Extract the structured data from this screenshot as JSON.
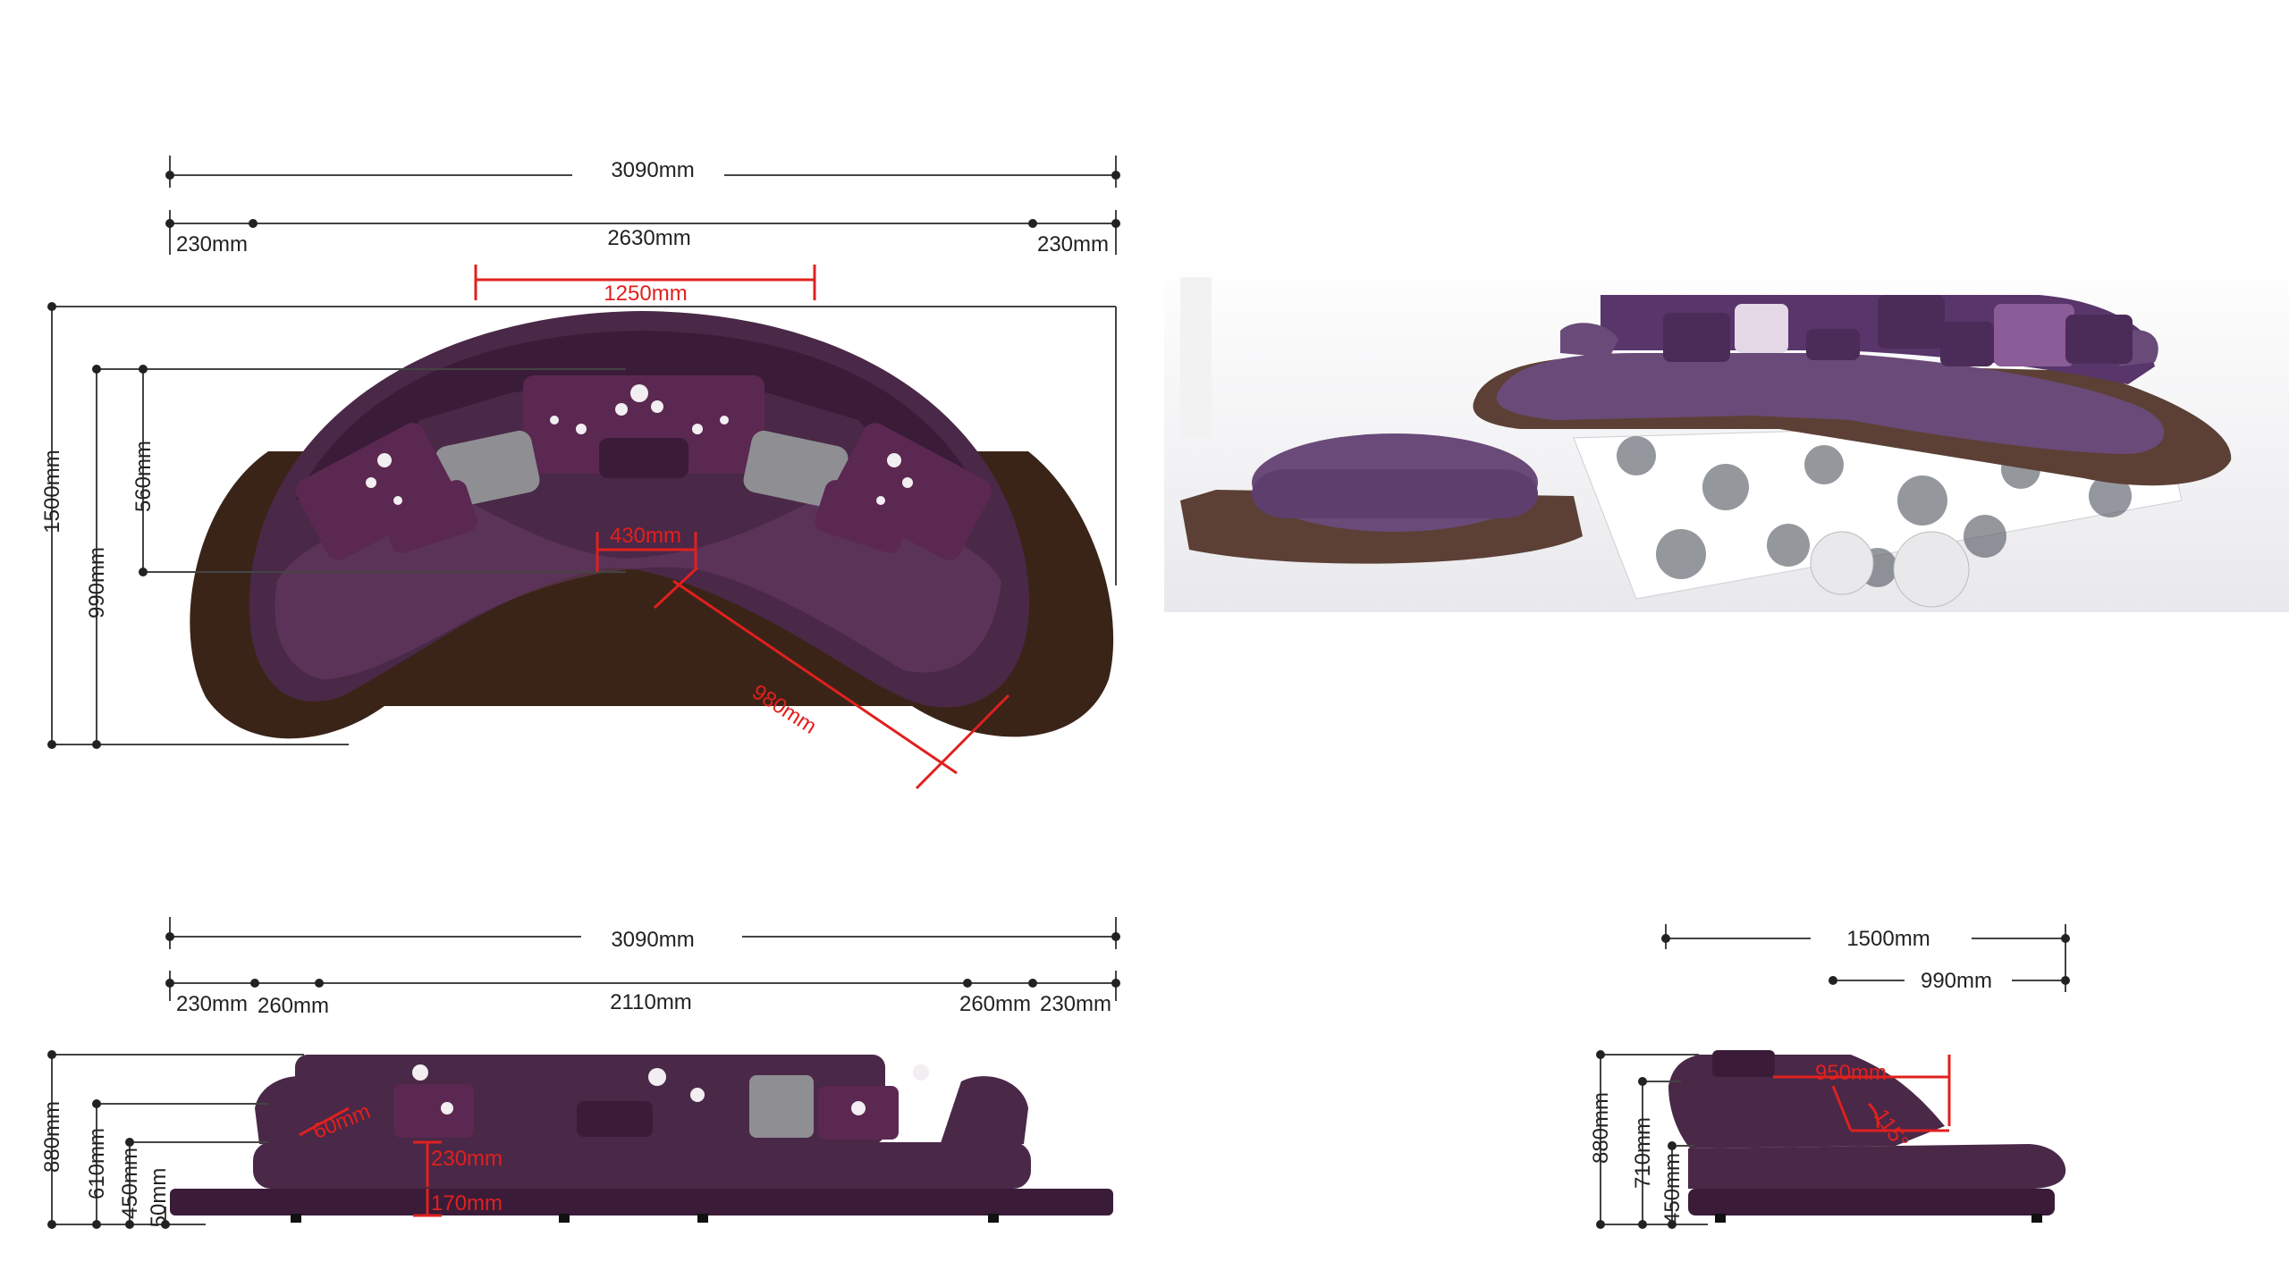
{
  "top_view": {
    "overall_width": "3090mm",
    "left_arm": "230mm",
    "inner_width": "2630mm",
    "right_arm": "230mm",
    "back_arc": "1250mm",
    "overall_depth": "1500mm",
    "seat_depth": "990mm",
    "back_depth": "560mm",
    "seat_gap": "430mm",
    "seat_length": "980mm"
  },
  "front_view": {
    "overall_width": "3090mm",
    "arm_left": "230mm",
    "pad_left": "260mm",
    "center_width": "2110mm",
    "pad_right": "260mm",
    "arm_right": "230mm",
    "height_total": "880mm",
    "height_arm": "610mm",
    "height_seat": "450mm",
    "height_leg": "50mm",
    "arm_width": "60mm",
    "cushion_thickness": "230mm",
    "base_thickness": "170mm"
  },
  "side_view": {
    "overall_depth": "1500mm",
    "seat_depth": "990mm",
    "height_total": "880mm",
    "height_back": "710mm",
    "height_seat": "450mm",
    "back_length": "950mm",
    "recline_angle": "115°"
  },
  "colors": {
    "upholstery": "#4a2847",
    "wood_base": "#3a2418",
    "dimension_red": "#e0201e"
  }
}
